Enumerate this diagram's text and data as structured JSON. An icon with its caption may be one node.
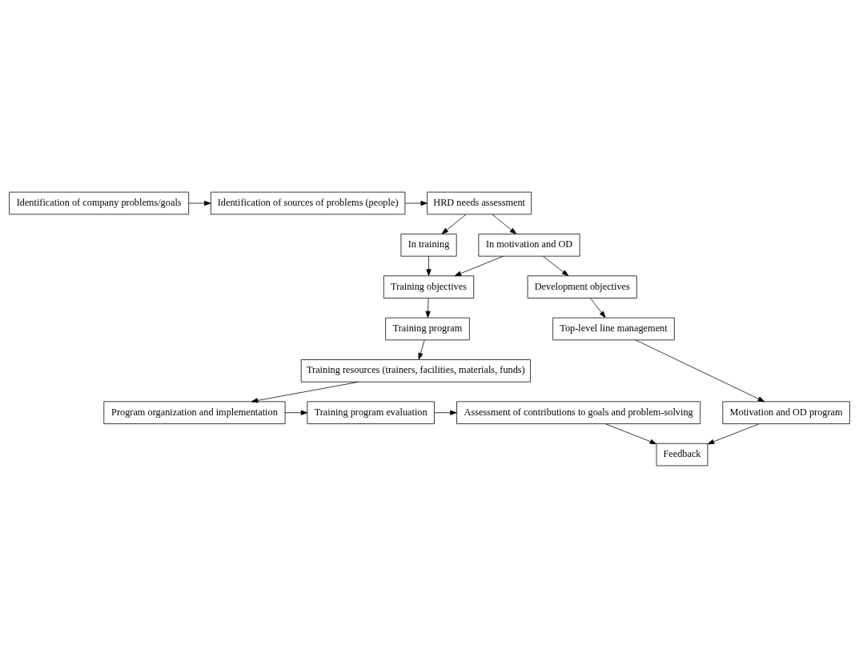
{
  "diagram": {
    "nodes": [
      {
        "text": [
          "Identification of company problems/goals"
        ]
      },
      {
        "text": [
          "Identification of sources of problems (people)"
        ]
      },
      {
        "text": [
          "HRD needs assessment"
        ]
      },
      {
        "text": [
          "In training"
        ]
      },
      {
        "text": [
          "In motivation and OD"
        ]
      },
      {
        "text": [
          "Feedback"
        ]
      },
      {
        "text": [
          "Top-level line management"
        ]
      },
      {
        "text": [
          "Development objectives"
        ]
      },
      {
        "text": [
          "Training objectives"
        ]
      },
      {
        "text": [
          "Motivation and OD program"
        ]
      },
      {
        "text": [
          "Training program"
        ]
      },
      {
        "text": [
          "Training resources (trainers, facilities, materials, funds)"
        ]
      },
      {
        "text": [
          "Assessment of contributions to goals and problem-solving"
        ]
      },
      {
        "text": [
          "Training program evaluation"
        ]
      },
      {
        "text": [
          "Program organization and implementation"
        ]
      }
    ],
    "edges": [
      {
        "from": 0,
        "to": 1,
        "arrow": "to"
      },
      {
        "from": 1,
        "to": 2,
        "arrow": "to"
      },
      {
        "from": 2,
        "to": 3,
        "arrow": "to"
      },
      {
        "from": 2,
        "to": 4,
        "arrow": "to"
      },
      {
        "from": 4,
        "to": 7,
        "arrow": "to"
      },
      {
        "from": 7,
        "to": 6,
        "arrow": "to"
      },
      {
        "from": 6,
        "to": 9,
        "arrow": "to"
      },
      {
        "from": 4,
        "to": 8,
        "arrow": "to"
      },
      {
        "from": 3,
        "to": 8,
        "arrow": "to"
      },
      {
        "from": 8,
        "to": 10,
        "arrow": "to"
      },
      {
        "from": 10,
        "to": 11,
        "arrow": "to"
      },
      {
        "from": 11,
        "to": 14,
        "arrow": "to"
      },
      {
        "from": 14,
        "to": 13,
        "arrow": "to"
      },
      {
        "from": 13,
        "to": 12,
        "arrow": "to"
      },
      {
        "from": 12,
        "to": 5,
        "arrow": "to"
      },
      {
        "from": 9,
        "to": 5,
        "arrow": "to"
      }
    ]
  }
}
